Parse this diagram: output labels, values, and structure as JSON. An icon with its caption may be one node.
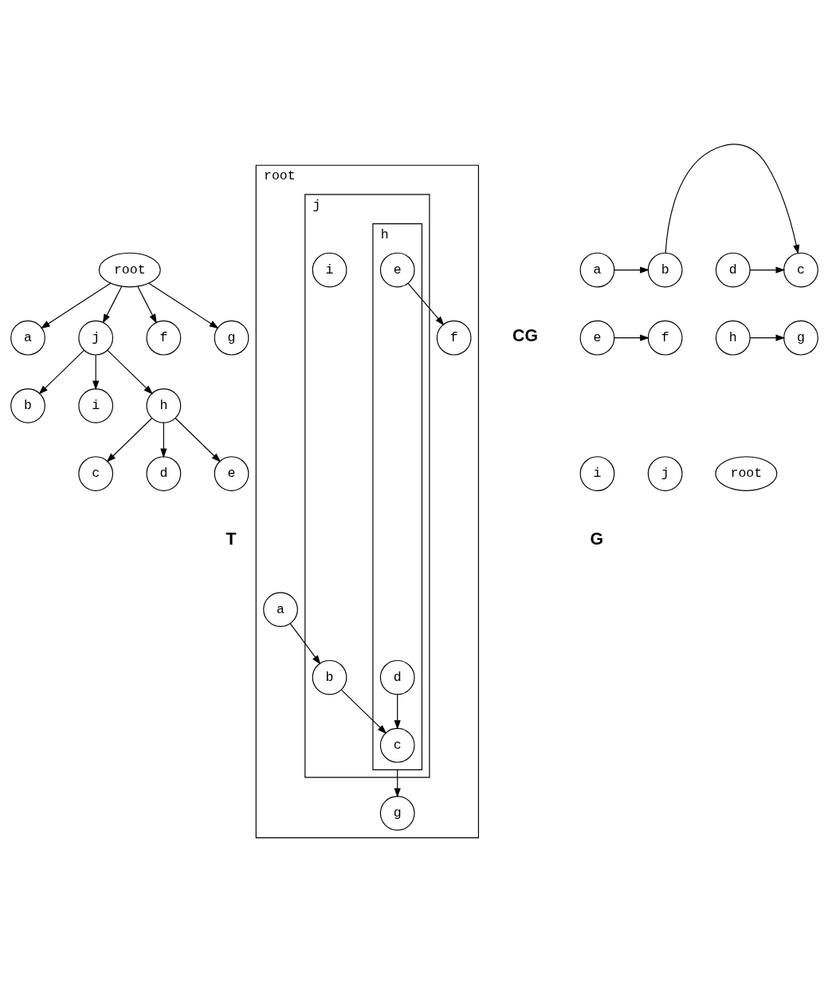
{
  "diagram": {
    "nodes": [
      {
        "text": [
          "root"
        ]
      },
      {
        "text": [
          "a"
        ]
      },
      {
        "text": [
          "j"
        ]
      },
      {
        "text": [
          "f"
        ]
      },
      {
        "text": [
          "g"
        ]
      },
      {
        "text": [
          "b"
        ]
      },
      {
        "text": [
          "i"
        ]
      },
      {
        "text": [
          "h"
        ]
      },
      {
        "text": [
          "c"
        ]
      },
      {
        "text": [
          "d"
        ]
      },
      {
        "text": [
          "e"
        ]
      },
      {
        "text": [
          "a"
        ]
      },
      {
        "text": [
          "b"
        ]
      },
      {
        "text": [
          "c"
        ]
      },
      {
        "text": [
          "d"
        ]
      },
      {
        "text": [
          "e"
        ]
      },
      {
        "text": [
          "f"
        ]
      },
      {
        "text": [
          "g"
        ]
      },
      {
        "text": [
          "h"
        ]
      },
      {
        "text": [
          "i"
        ]
      },
      {
        "text": [
          "j"
        ]
      },
      {
        "text": [
          "root"
        ]
      },
      {
        "text": [
          "root"
        ]
      },
      {
        "text": [
          "j"
        ],
        "in": 22
      },
      {
        "text": [
          "h"
        ],
        "in": 23
      },
      {
        "text": [
          "a"
        ],
        "in": 22
      },
      {
        "text": [
          "b"
        ],
        "in": 23
      },
      {
        "text": [
          "c"
        ],
        "in": 24
      },
      {
        "text": [
          "g"
        ],
        "in": 22
      },
      {
        "text": [
          "d"
        ],
        "in": 24
      },
      {
        "text": [
          "i"
        ],
        "in": 23
      },
      {
        "text": [
          "e"
        ],
        "in": 24
      },
      {
        "text": [
          "f"
        ],
        "in": 22
      }
    ],
    "edges": [
      {
        "from": 0,
        "to": 1,
        "arrow": "to"
      },
      {
        "from": 0,
        "to": 2,
        "arrow": "to"
      },
      {
        "from": 0,
        "to": 3,
        "arrow": "to"
      },
      {
        "from": 0,
        "to": 4,
        "arrow": "to"
      },
      {
        "from": 2,
        "to": 5,
        "arrow": "to"
      },
      {
        "from": 2,
        "to": 6,
        "arrow": "to"
      },
      {
        "from": 2,
        "to": 7,
        "arrow": "to"
      },
      {
        "from": 7,
        "to": 8,
        "arrow": "to"
      },
      {
        "from": 7,
        "to": 9,
        "arrow": "to"
      },
      {
        "from": 7,
        "to": 10,
        "arrow": "to"
      },
      {
        "from": 11,
        "to": 12,
        "arrow": "to"
      },
      {
        "from": 12,
        "to": 13,
        "arrow": "to"
      },
      {
        "from": 14,
        "to": 13,
        "arrow": "to"
      },
      {
        "from": 15,
        "to": 16,
        "arrow": "to"
      },
      {
        "from": 18,
        "to": 17,
        "arrow": "to"
      },
      {
        "from": 25,
        "to": 26,
        "arrow": "to"
      },
      {
        "from": 26,
        "to": 27,
        "arrow": "to"
      },
      {
        "from": 29,
        "to": 27,
        "arrow": "to"
      },
      {
        "from": 24,
        "to": 28,
        "arrow": "to"
      },
      {
        "from": 31,
        "to": 32,
        "arrow": "to"
      }
    ],
    "labels": [
      "T",
      "G",
      "CG"
    ]
  }
}
